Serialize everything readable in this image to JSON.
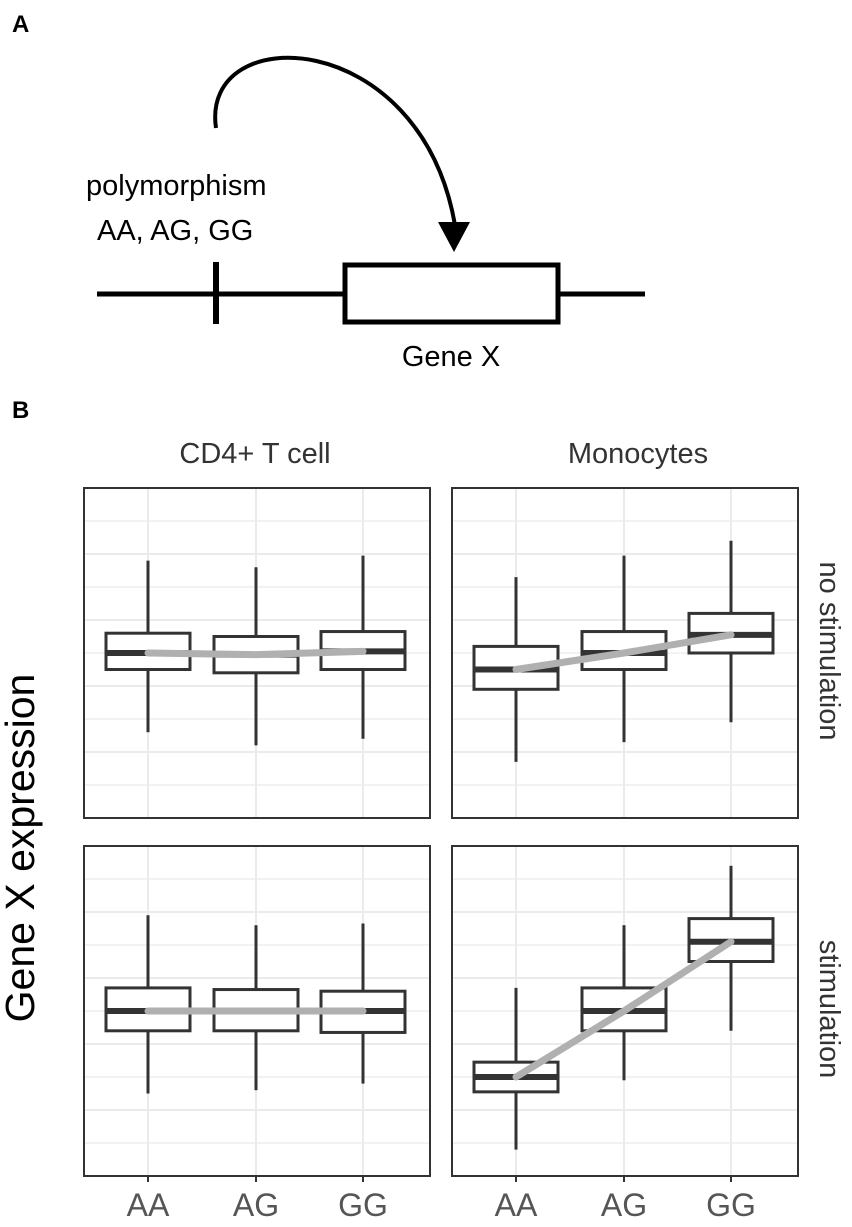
{
  "panel_a": {
    "letter": "A",
    "polymorphism_label": "polymorphism",
    "genotypes_label": "AA, AG, GG",
    "gene_label": "Gene X"
  },
  "panel_b": {
    "letter": "B"
  },
  "chart_data": {
    "type": "boxplot-facets",
    "ylabel": "Gene X expression",
    "categories": [
      "AA",
      "AG",
      "GG"
    ],
    "columns": [
      "CD4+ T cell",
      "Monocytes"
    ],
    "rows": [
      "no stimulation",
      "stimulation"
    ],
    "grid": true,
    "trend_line_color": "#b0b0b0",
    "box_color": "#333333",
    "ylim": [
      0,
      10
    ],
    "panels": [
      {
        "column": "CD4+ T cell",
        "row": "no stimulation",
        "boxes": [
          {
            "category": "AA",
            "whisker_low": 2.6,
            "q1": 4.5,
            "median": 5.0,
            "q3": 5.6,
            "whisker_high": 7.8
          },
          {
            "category": "AG",
            "whisker_low": 2.2,
            "q1": 4.4,
            "median": 4.95,
            "q3": 5.5,
            "whisker_high": 7.6
          },
          {
            "category": "GG",
            "whisker_low": 2.4,
            "q1": 4.5,
            "median": 5.05,
            "q3": 5.65,
            "whisker_high": 7.95
          }
        ]
      },
      {
        "column": "Monocytes",
        "row": "no stimulation",
        "boxes": [
          {
            "category": "AA",
            "whisker_low": 1.7,
            "q1": 3.9,
            "median": 4.5,
            "q3": 5.2,
            "whisker_high": 7.3
          },
          {
            "category": "AG",
            "whisker_low": 2.3,
            "q1": 4.5,
            "median": 5.0,
            "q3": 5.65,
            "whisker_high": 7.95
          },
          {
            "category": "GG",
            "whisker_low": 2.9,
            "q1": 5.0,
            "median": 5.55,
            "q3": 6.2,
            "whisker_high": 8.4
          }
        ]
      },
      {
        "column": "CD4+ T cell",
        "row": "stimulation",
        "boxes": [
          {
            "category": "AA",
            "whisker_low": 2.5,
            "q1": 4.4,
            "median": 5.0,
            "q3": 5.7,
            "whisker_high": 7.9
          },
          {
            "category": "AG",
            "whisker_low": 2.6,
            "q1": 4.4,
            "median": 5.0,
            "q3": 5.65,
            "whisker_high": 7.6
          },
          {
            "category": "GG",
            "whisker_low": 2.8,
            "q1": 4.35,
            "median": 5.0,
            "q3": 5.6,
            "whisker_high": 7.65
          }
        ]
      },
      {
        "column": "Monocytes",
        "row": "stimulation",
        "boxes": [
          {
            "category": "AA",
            "whisker_low": 0.8,
            "q1": 2.55,
            "median": 3.0,
            "q3": 3.45,
            "whisker_high": 5.7
          },
          {
            "category": "AG",
            "whisker_low": 2.9,
            "q1": 4.4,
            "median": 5.0,
            "q3": 5.7,
            "whisker_high": 7.6
          },
          {
            "category": "GG",
            "whisker_low": 4.4,
            "q1": 6.5,
            "median": 7.1,
            "q3": 7.8,
            "whisker_high": 9.4
          }
        ]
      }
    ]
  }
}
